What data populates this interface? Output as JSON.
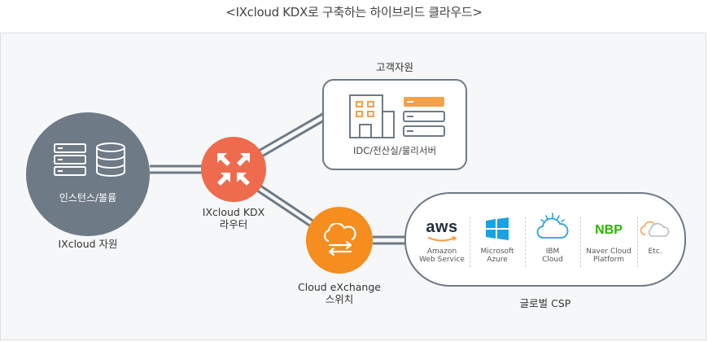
{
  "title": "<IXcloud KDX로 구축하는 하이브리드 클라우드>",
  "ixcloud": {
    "inner_label": "인스턴스/볼륨",
    "label": "IXcloud 자원"
  },
  "router": {
    "label_line1": "IXcloud KDX",
    "label_line2": "라우터"
  },
  "switch": {
    "label_line1": "Cloud eXchange",
    "label_line2": "스위치"
  },
  "customer": {
    "title": "고객자원",
    "label": "IDC/전산실/물리서버"
  },
  "csp": {
    "title": "글로벌 CSP",
    "providers": [
      {
        "logo": "aws",
        "line1": "Amazon",
        "line2": "Web Service"
      },
      {
        "line1": "Microsoft",
        "line2": "Azure"
      },
      {
        "line1": "IBM",
        "line2": "Cloud"
      },
      {
        "logo": "NBP",
        "line1": "Naver Cloud",
        "line2": "Platform"
      },
      {
        "line1": "Etc.",
        "line2": ""
      }
    ]
  },
  "colors": {
    "gray": "#6e7a86",
    "router_orange": "#ee6b4d",
    "switch_orange": "#f58d1f",
    "icon_orange": "#f5a04a",
    "azure_blue": "#1ba1e2",
    "ibm_blue": "#2d9fd9",
    "nbp_green": "#2db400"
  },
  "icons": [
    "server-rack-icon",
    "database-icon",
    "router-arrows-icon",
    "cloud-exchange-icon",
    "building-icon",
    "server-stack-icon",
    "aws-logo-icon",
    "azure-logo-icon",
    "ibm-cloud-icon",
    "nbp-logo-icon",
    "cloud-outline-icon"
  ]
}
